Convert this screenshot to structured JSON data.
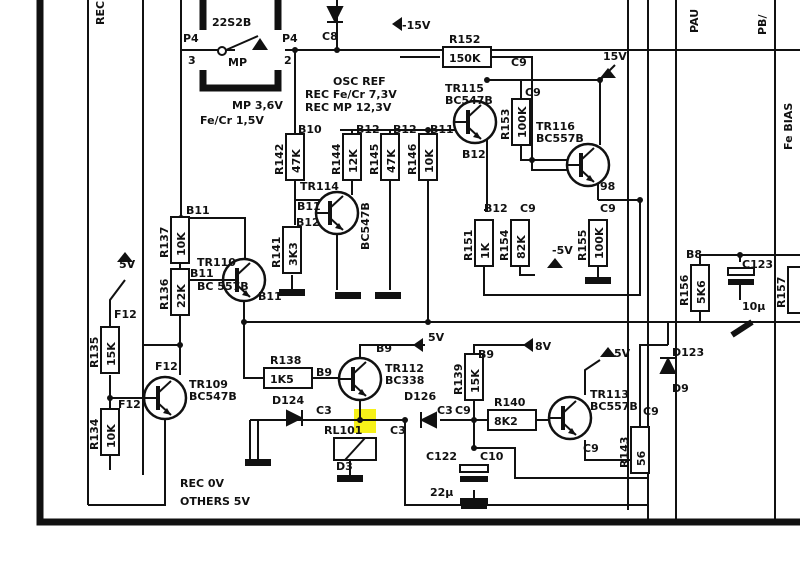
{
  "title": "Recording bias oscillator / relay control schematic (partial)",
  "switch": {
    "ref": "22S2B",
    "name": "MP",
    "pin_left": "P4",
    "pin_left_num": "3",
    "pin_right": "P4",
    "pin_right_num": "2"
  },
  "notes": {
    "osc_ref": "OSC REF",
    "rec_fecr": "REC Fe/Cr 7,3V",
    "rec_mp": "REC MP 12,3V",
    "mp_v": "MP 3,6V",
    "fecr_v": "Fe/Cr 1,5V",
    "rec_0v": "REC 0V",
    "others_5v": "OTHERS 5V",
    "rec_top": "REC",
    "pause": "PAU",
    "pb": "PB/",
    "fe_bias": "Fe BIAS"
  },
  "supplies": {
    "neg15": "-15V",
    "pos15": "15V",
    "v5a": "5V",
    "v5b": "5V",
    "v5c": "5V",
    "v8": "8V",
    "neg5": "-5V"
  },
  "resistors": {
    "R152": {
      "ref": "R152",
      "value": "150K"
    },
    "R142": {
      "ref": "R142",
      "value": "47K"
    },
    "R144": {
      "ref": "R144",
      "value": "12K"
    },
    "R145": {
      "ref": "R145",
      "value": "47K"
    },
    "R146": {
      "ref": "R146",
      "value": "10K"
    },
    "R153": {
      "ref": "R153",
      "value": "100K"
    },
    "R137": {
      "ref": "R137",
      "value": "10K"
    },
    "R136": {
      "ref": "R136",
      "value": "22K"
    },
    "R135": {
      "ref": "R135",
      "value": "15K"
    },
    "R134": {
      "ref": "R134",
      "value": "10K"
    },
    "R141": {
      "ref": "R141",
      "value": "3K3"
    },
    "R151": {
      "ref": "R151",
      "value": "1K"
    },
    "R154": {
      "ref": "R154",
      "value": "82K"
    },
    "R155": {
      "ref": "R155",
      "value": "100K"
    },
    "R156": {
      "ref": "R156",
      "value": "5K6"
    },
    "R157": {
      "ref": "R157",
      "value": ""
    },
    "R138": {
      "ref": "R138",
      "value": "1K5"
    },
    "R139": {
      "ref": "R139",
      "value": "15K"
    },
    "R140": {
      "ref": "R140",
      "value": "8K2"
    },
    "R143": {
      "ref": "R143",
      "value": "56"
    }
  },
  "transistors": {
    "TR115": {
      "ref": "TR115",
      "type": "BC547B"
    },
    "TR116": {
      "ref": "TR116",
      "type": "BC557B"
    },
    "TR114": {
      "ref": "TR114",
      "type": "BC547B"
    },
    "TR110": {
      "ref": "TR110",
      "type": "BC 557B"
    },
    "TR112": {
      "ref": "TR112",
      "type": "BC338"
    },
    "TR113": {
      "ref": "TR113",
      "type": "BC557B"
    },
    "TR109": {
      "ref": "TR109",
      "type": "BC547B"
    }
  },
  "diodes": {
    "D124": "D124",
    "D126": "D126",
    "D123": "D123",
    "C8d": "C8"
  },
  "capacitors": {
    "C122": {
      "ref": "C122",
      "value": "22µ"
    },
    "C123": {
      "ref": "C123",
      "value": "10µ"
    }
  },
  "relay": {
    "ref": "RL101"
  },
  "grid_refs": [
    "B10",
    "B12",
    "B12",
    "B11",
    "B11",
    "B12",
    "C9",
    "C8",
    "98",
    "B12",
    "C9",
    "C9",
    "B11",
    "B11",
    "B11",
    "B12",
    "F12",
    "F12",
    "F12",
    "B9",
    "B9",
    "C3",
    "D3",
    "C3",
    "C9",
    "C9",
    "C10",
    "B8",
    "C3",
    "D9",
    "C9",
    "C9",
    "B9"
  ],
  "colors": {
    "ink": "#111111",
    "highlight": "#f5f000"
  }
}
